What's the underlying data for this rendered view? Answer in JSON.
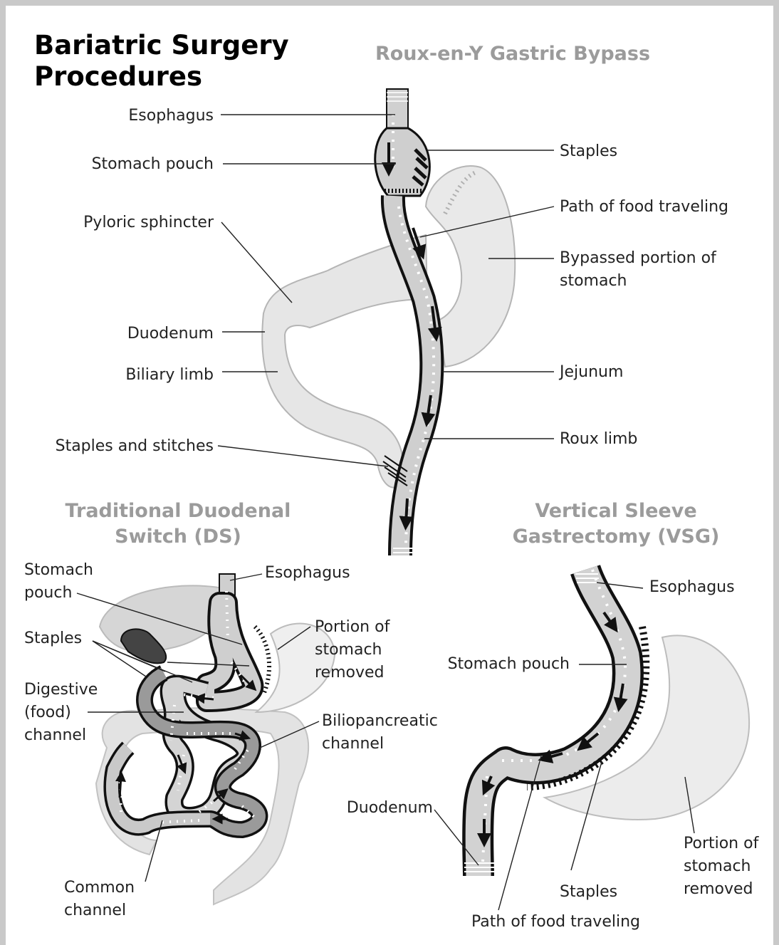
{
  "title_line1": "Bariatric Surgery",
  "title_line2": "Procedures",
  "rygb": {
    "title": "Roux-en-Y Gastric Bypass",
    "labels": {
      "esophagus": "Esophagus",
      "stomach_pouch": "Stomach pouch",
      "pyloric_sphincter": "Pyloric sphincter",
      "duodenum": "Duodenum",
      "biliary_limb": "Biliary limb",
      "staples_and_stitches": "Staples and stitches",
      "staples": "Staples",
      "path_of_food": "Path of food traveling",
      "bypassed_1": "Bypassed portion of",
      "bypassed_2": "stomach",
      "jejunum": "Jejunum",
      "roux_limb": "Roux limb"
    }
  },
  "ds": {
    "title_1": "Traditional Duodenal",
    "title_2": "Switch (DS)",
    "labels": {
      "stomach_1": "Stomach",
      "stomach_2": "pouch",
      "esophagus": "Esophagus",
      "staples": "Staples",
      "portion_1": "Portion of",
      "portion_2": "stomach",
      "portion_3": "removed",
      "digestive_1": "Digestive",
      "digestive_2": "(food)",
      "digestive_3": "channel",
      "biliopancreatic_1": "Biliopancreatic",
      "biliopancreatic_2": "channel",
      "common_1": "Common",
      "common_2": "channel"
    }
  },
  "vsg": {
    "title_1": "Vertical Sleeve",
    "title_2": "Gastrectomy (VSG)",
    "labels": {
      "esophagus": "Esophagus",
      "stomach_pouch": "Stomach pouch",
      "duodenum": "Duodenum",
      "staples": "Staples",
      "path_of_food": "Path of food traveling",
      "portion_1": "Portion of",
      "portion_2": "stomach",
      "portion_3": "removed"
    }
  }
}
